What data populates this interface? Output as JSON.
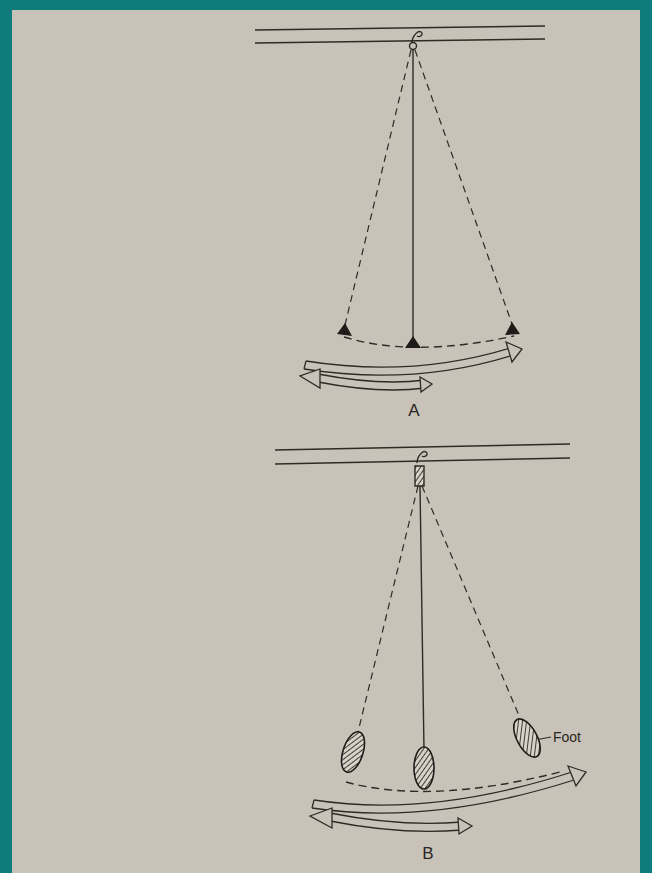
{
  "diagram": {
    "labels": [
      "A",
      "Foot",
      "B"
    ]
  }
}
